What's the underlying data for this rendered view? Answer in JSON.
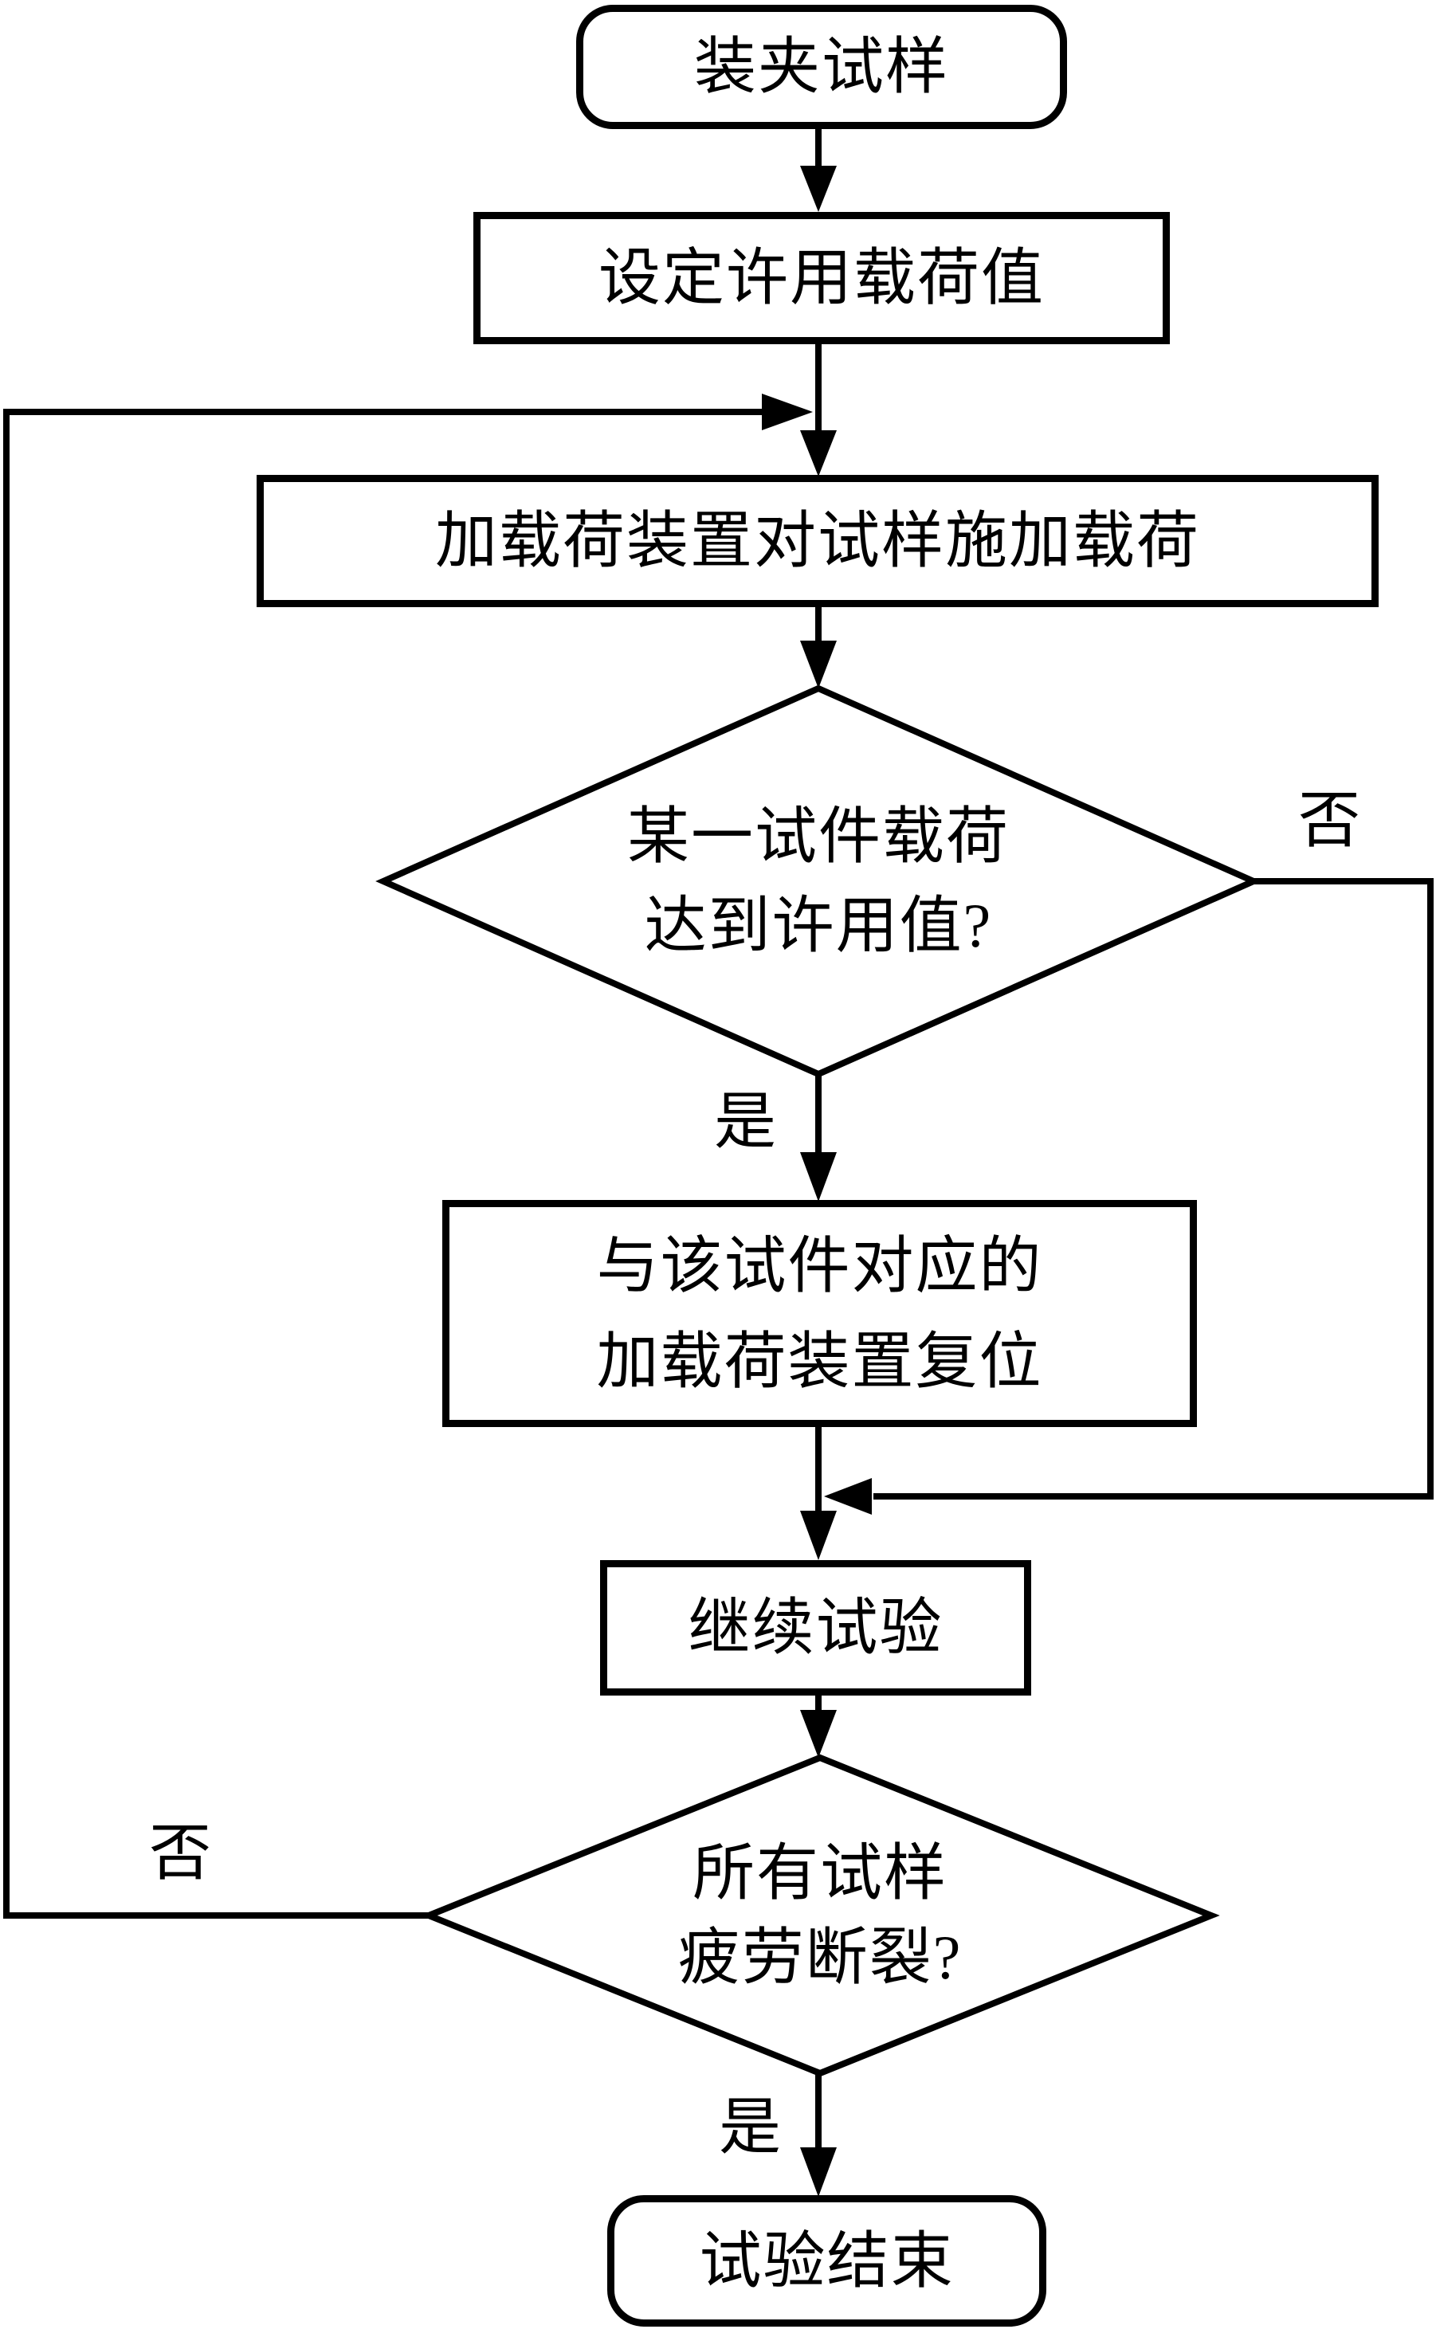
{
  "diagram": {
    "type": "flowchart",
    "background": "#ffffff",
    "line_color": "#000000",
    "text_color": "#000000",
    "nodes": {
      "start": {
        "shape": "terminal",
        "label": "装夹试样"
      },
      "set_allowable_load": {
        "shape": "process",
        "label": "设定许用载荷值"
      },
      "apply_load": {
        "shape": "process",
        "label": "加载荷装置对试样施加载荷"
      },
      "load_reached": {
        "shape": "decision",
        "line1": "某一试件载荷",
        "line2": "达到许用值?"
      },
      "reset_device": {
        "shape": "process",
        "line1": "与该试件对应的",
        "line2": "加载荷装置复位"
      },
      "continue_test": {
        "shape": "process",
        "label": "继续试验"
      },
      "all_broken": {
        "shape": "decision",
        "line1": "所有试样",
        "line2": "疲劳断裂?"
      },
      "end": {
        "shape": "terminal",
        "label": "试验结束"
      }
    },
    "branches": {
      "load_reached_no": "否",
      "load_reached_yes": "是",
      "all_broken_no": "否",
      "all_broken_yes": "是"
    }
  }
}
